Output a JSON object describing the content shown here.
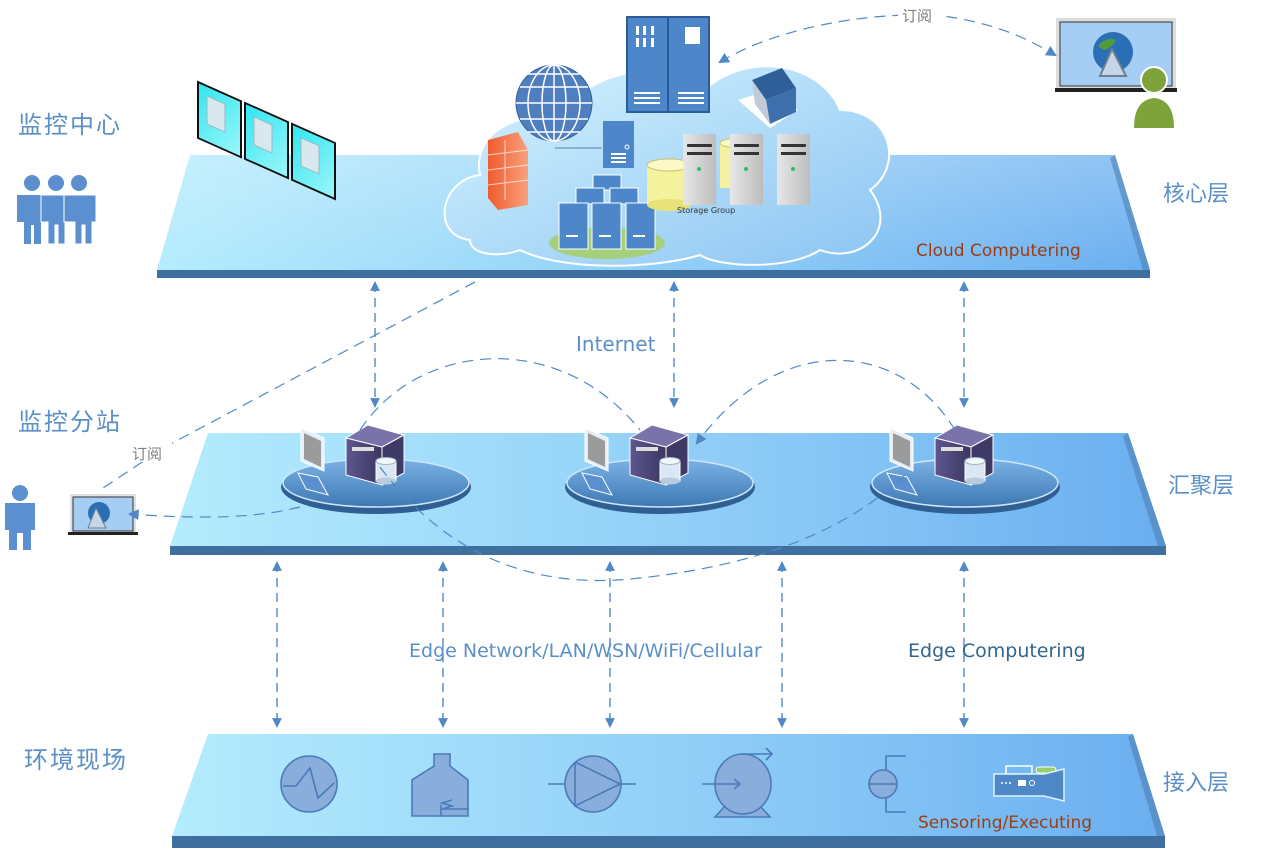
{
  "diagram": {
    "title": "Edge-Cloud monitoring architecture",
    "layers": [
      {
        "id": "core",
        "left_label": "监控中心",
        "right_label": "核心层",
        "caption": "Cloud Computering"
      },
      {
        "id": "aggregation",
        "left_label": "监控分站",
        "right_label": "汇聚层",
        "caption": ""
      },
      {
        "id": "access",
        "left_label": "环境现场",
        "right_label": "接入层",
        "caption": "Sensoring/Executing"
      }
    ],
    "links": {
      "internet": "Internet",
      "edge_network": "Edge Network/LAN/WSN/WiFi/Cellular",
      "edge_computing": "Edge Computering",
      "subscribe_top": "订阅",
      "subscribe_station": "订阅"
    },
    "cloud": {
      "storage_label": "Storage Group",
      "icons": [
        "globe-icon",
        "rack-server-icon",
        "printer-icon",
        "firewall-icon",
        "server-icon",
        "server-cluster-icon",
        "database-icon",
        "storage-server-icon"
      ]
    },
    "access_devices": [
      "heat-exchanger-icon",
      "tank-heater-icon",
      "pump-icon",
      "centrifugal-pump-icon",
      "flow-meter-icon",
      "video-camera-icon"
    ],
    "colors": {
      "platform_light": "#a9e4fb",
      "platform_dark": "#6aaef0",
      "platform_edge": "#3f6f9e",
      "label_blue": "#5b8fc7",
      "caption_rust": "#9a3d12",
      "edge_teal": "#31668f",
      "arrow": "#4f88c6"
    }
  }
}
